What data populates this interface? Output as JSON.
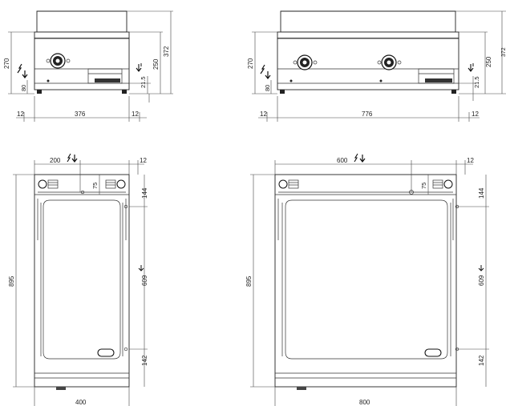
{
  "drawings": {
    "front_small": {
      "dim_height_total": "372",
      "dim_height_body": "270",
      "dim_height_right": "250",
      "dim_height_inner": "21.5",
      "dim_low": "80",
      "dim_width": "376",
      "dim_side_left": "12",
      "dim_side_right": "12"
    },
    "front_large": {
      "dim_height_total": "372",
      "dim_height_body": "270",
      "dim_height_right": "250",
      "dim_height_inner": "21.5",
      "dim_low": "80",
      "dim_width": "776",
      "dim_side_left": "12",
      "dim_side_right": "12"
    },
    "top_small": {
      "dim_top_offset": "200",
      "dim_side": "12",
      "dim_inner_top": "75",
      "dim_depth": "895",
      "dim_upper": "144",
      "dim_middle": "609",
      "dim_lower": "142",
      "dim_width": "400"
    },
    "top_large": {
      "dim_top_offset": "600",
      "dim_side": "12",
      "dim_inner_top": "75",
      "dim_depth": "895",
      "dim_upper": "144",
      "dim_middle": "609",
      "dim_lower": "142",
      "dim_width": "800"
    }
  },
  "icons": {
    "power": "electric-supply-icon",
    "water": "water-drain-icon"
  }
}
